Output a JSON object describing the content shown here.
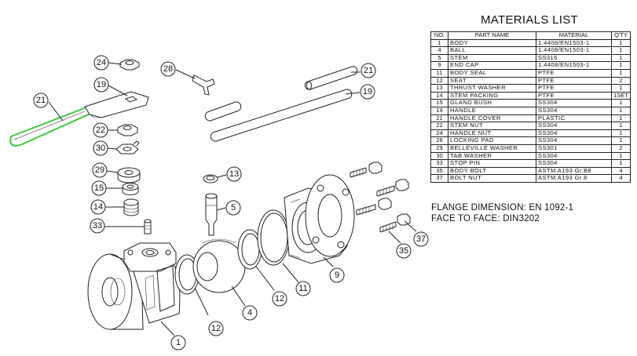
{
  "materials": {
    "title": "MATERIALS LIST",
    "headers": {
      "no": "NO.",
      "part": "PART NAME",
      "material": "MATERIAL",
      "qty": "Q'TY"
    },
    "rows": [
      {
        "no": "1",
        "part": "BODY",
        "material": "1.4408/EN1503-1",
        "qty": "1"
      },
      {
        "no": "4",
        "part": "BALL",
        "material": "1.4408/EN1503-1",
        "qty": "1"
      },
      {
        "no": "5",
        "part": "STEM",
        "material": "SS316",
        "qty": "1"
      },
      {
        "no": "9",
        "part": "END CAP",
        "material": "1.4408/EN1503-1",
        "qty": "1"
      },
      {
        "no": "11",
        "part": "BODY SEAL",
        "material": "PTFE",
        "qty": "1"
      },
      {
        "no": "12",
        "part": "SEAT",
        "material": "PTFE",
        "qty": "2"
      },
      {
        "no": "13",
        "part": "THRUST WASHER",
        "material": "PTFE",
        "qty": "1"
      },
      {
        "no": "14",
        "part": "STEM PACKING",
        "material": "PTFE",
        "qty": "1SET"
      },
      {
        "no": "15",
        "part": "GLAND BUSH",
        "material": "SS304",
        "qty": "1"
      },
      {
        "no": "19",
        "part": "HANDLE",
        "material": "SS304",
        "qty": "1"
      },
      {
        "no": "21",
        "part": "HANDLE COVER",
        "material": "PLASTIC",
        "qty": "1"
      },
      {
        "no": "22",
        "part": "STEM NUT",
        "material": "SS304",
        "qty": "1"
      },
      {
        "no": "24",
        "part": "HANDLE NUT",
        "material": "SS304",
        "qty": "1"
      },
      {
        "no": "28",
        "part": "LOCKING PAD",
        "material": "SS304",
        "qty": "1"
      },
      {
        "no": "29",
        "part": "BELLEVILLE WASHER",
        "material": "SS301",
        "qty": "2"
      },
      {
        "no": "30",
        "part": "TAB WASHER",
        "material": "SS304",
        "qty": "1"
      },
      {
        "no": "33",
        "part": "STOP PIN",
        "material": "SS304",
        "qty": "1"
      },
      {
        "no": "35",
        "part": "BODY BOLT",
        "material": "ASTM A193 Gr.B8",
        "qty": "4"
      },
      {
        "no": "37",
        "part": "BOLT NUT",
        "material": "ASTM A193 Gr.8",
        "qty": "4"
      }
    ]
  },
  "notes": {
    "flange": "FLANGE DIMENSION: EN 1092-1",
    "face": "FACE TO FACE: DIN3202"
  },
  "callouts": {
    "c24": "24",
    "c19": "19",
    "c21a": "21",
    "c22": "22",
    "c30": "30",
    "c28": "28",
    "c21b": "21",
    "c19b": "19",
    "c29": "29",
    "c15": "15",
    "c14": "14",
    "c33": "33",
    "c13": "13",
    "c5": "5",
    "c12a": "12",
    "c4": "4",
    "c12b": "12",
    "c11": "11",
    "c9": "9",
    "c1": "1",
    "c35": "35",
    "c37": "37"
  },
  "colors": {
    "line": "#222222",
    "highlight": "#3cc83c",
    "paper": "#ffffff"
  }
}
